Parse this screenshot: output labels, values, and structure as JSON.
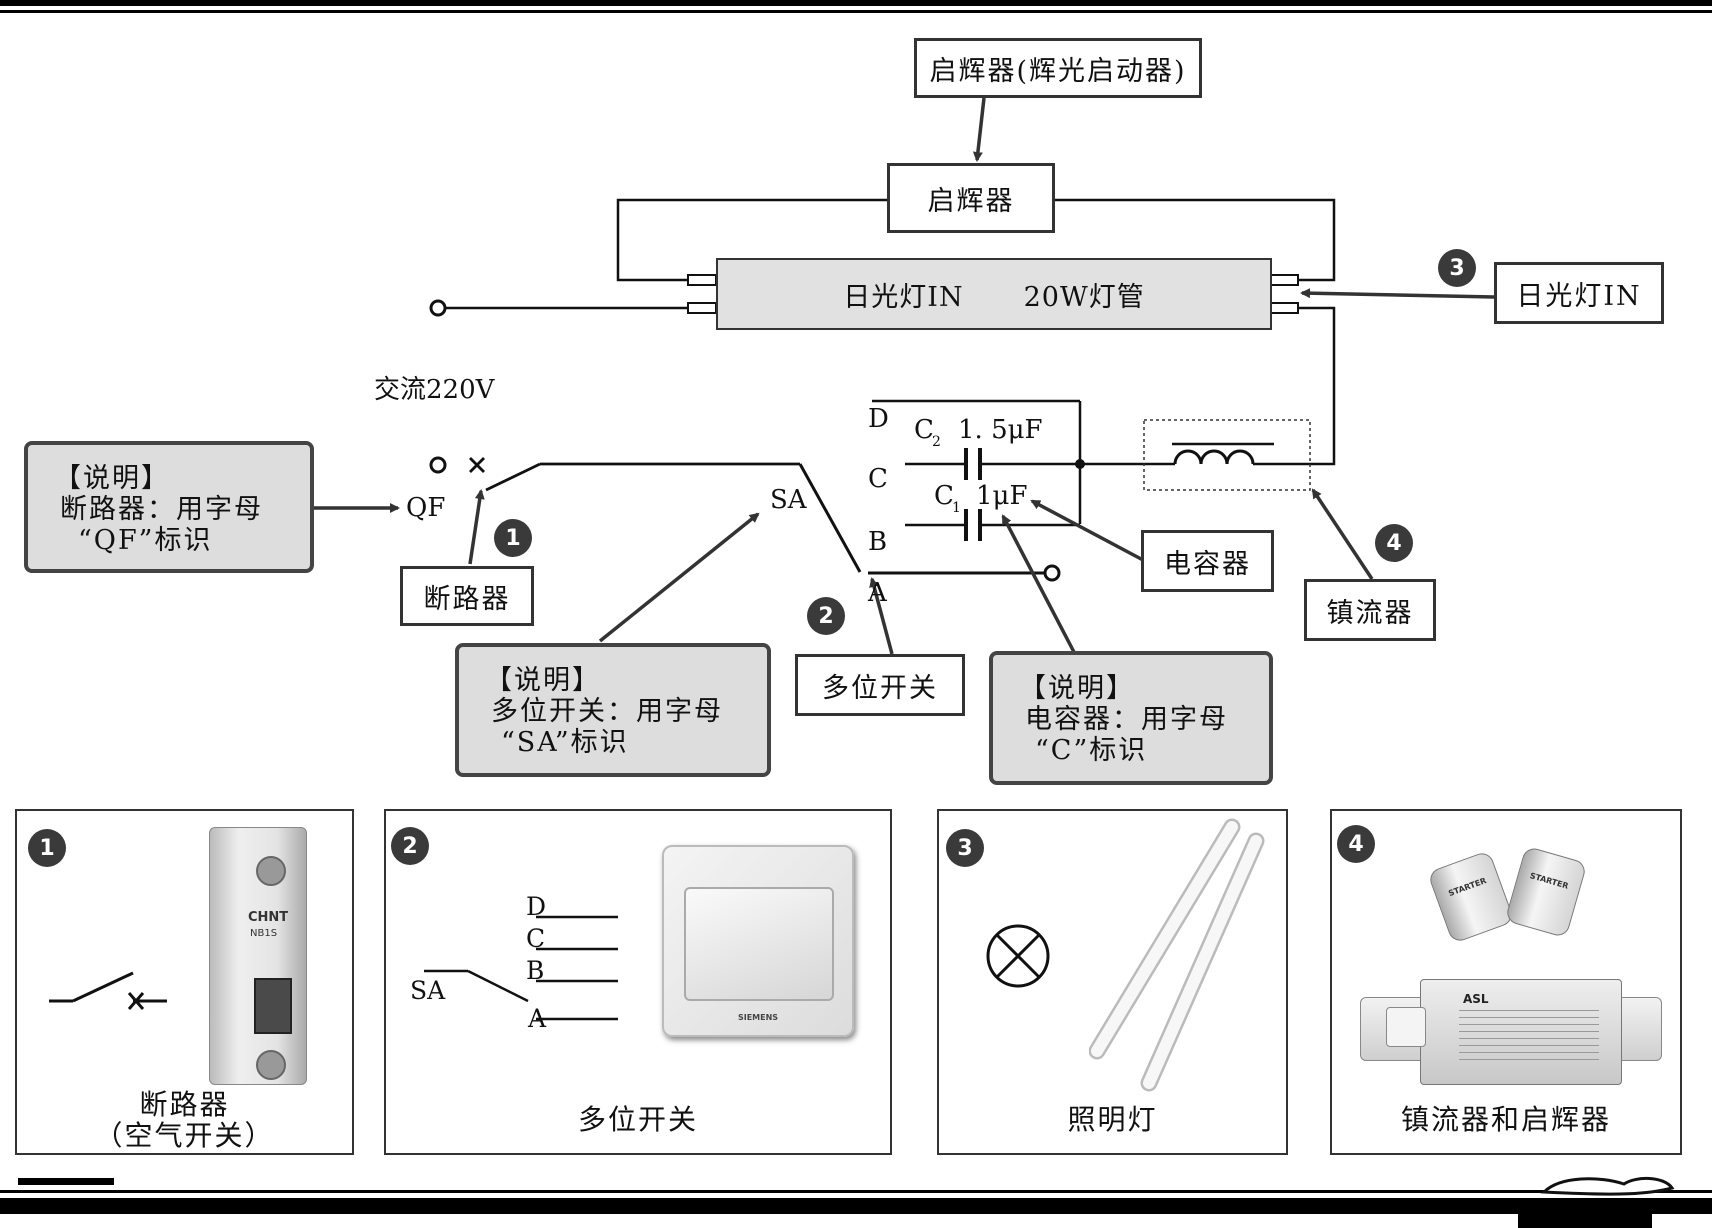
{
  "circuit": {
    "starter_callout": "启辉器(辉光启动器)",
    "starter_box": "启辉器",
    "tube_name": "日光灯IN",
    "tube_rating": "20W灯管",
    "tube_callout": "日光灯IN",
    "ac_label": "交流220V",
    "qf_label": "QF",
    "sa_label": "SA",
    "terminals": [
      "D",
      "C",
      "B",
      "A"
    ],
    "c2_label": "C",
    "c2_sub": "2",
    "c2_value": "1. 5μF",
    "c1_label": "C",
    "c1_sub": "1",
    "c1_value": "1μF",
    "breaker_callout": "断路器",
    "switch_callout": "多位开关",
    "capacitor_callout": "电容器",
    "ballast_callout": "镇流器",
    "badges": [
      "1",
      "2",
      "3",
      "4"
    ]
  },
  "notes": {
    "breaker": [
      "【说明】",
      "断路器：用字母",
      "“QF”标识"
    ],
    "switch": [
      "【说明】",
      "多位开关：用字母",
      "“SA”标识"
    ],
    "capacitor": [
      "【说明】",
      "电容器：用字母",
      "“C”标识"
    ]
  },
  "panels": [
    {
      "badge": "1",
      "caption": [
        "断路器",
        "（空气开关）"
      ],
      "device_brand": "CHNT",
      "device_model": "NB1S"
    },
    {
      "badge": "2",
      "caption": [
        "多位开关"
      ],
      "terminals": [
        "D",
        "C",
        "B",
        "A"
      ],
      "sa_label": "SA",
      "device_brand": "SIEMENS"
    },
    {
      "badge": "3",
      "caption": [
        "照明灯"
      ]
    },
    {
      "badge": "4",
      "caption": [
        "镇流器和启辉器"
      ],
      "starter_label": "STARTER",
      "ballast_brand": "ASL"
    }
  ]
}
